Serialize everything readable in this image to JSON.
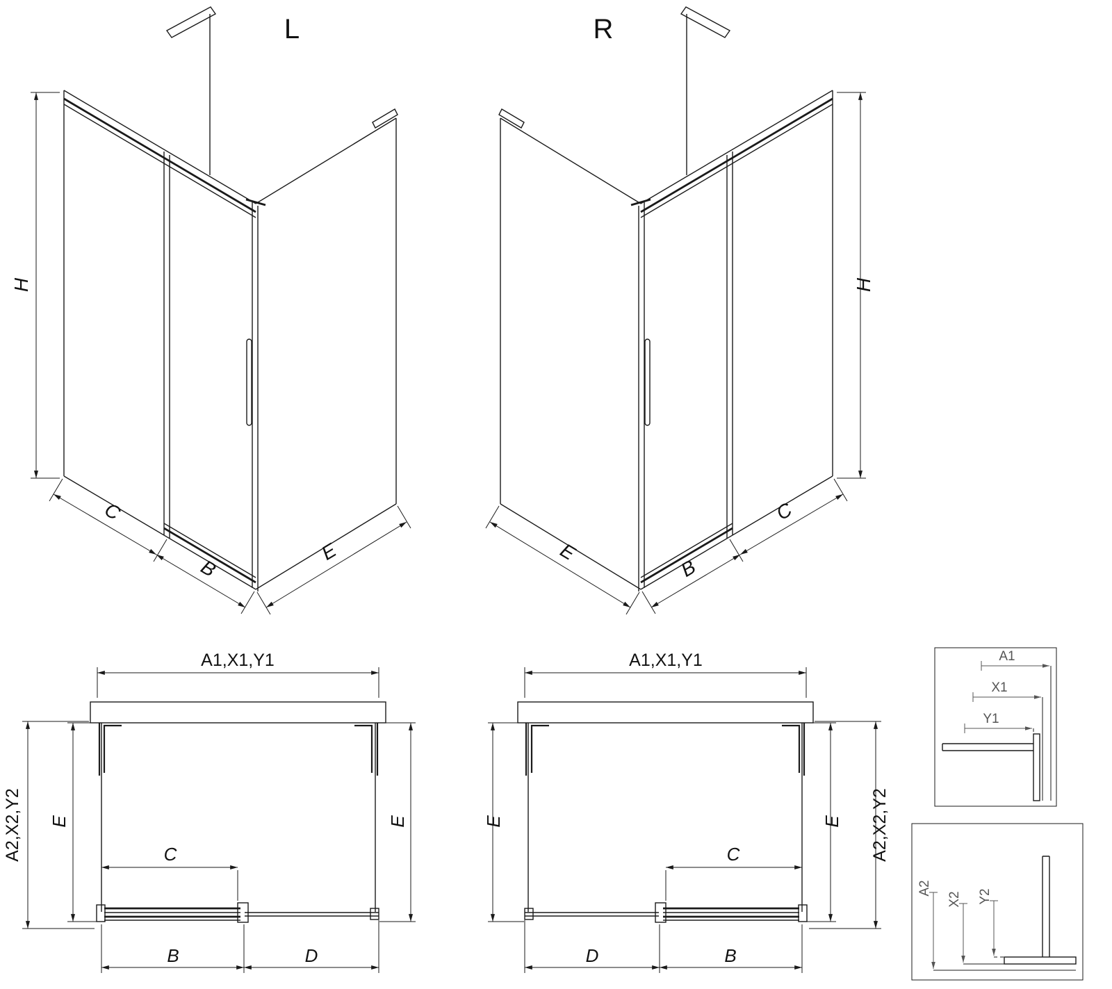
{
  "page": {
    "background": "#ffffff",
    "line_color": "#1a1a1a"
  },
  "iso_left": {
    "title": "L",
    "dim_height": "H",
    "dim_fixed": "C",
    "dim_door": "B",
    "dim_side": "E"
  },
  "iso_right": {
    "title": "R",
    "dim_height": "H",
    "dim_fixed": "C",
    "dim_door": "B",
    "dim_side": "E"
  },
  "plan_left": {
    "dim_width_top": "A1,X1,Y1",
    "dim_depth_outer": "A2,X2,Y2",
    "dim_depth_left": "E",
    "dim_depth_right": "E",
    "dim_opening": "C",
    "dim_door": "B",
    "dim_fixed": "D"
  },
  "plan_right": {
    "dim_width_top": "A1,X1,Y1",
    "dim_depth_outer": "A2,X2,Y2",
    "dim_depth_left": "E",
    "dim_depth_right": "E",
    "dim_opening": "C",
    "dim_door": "B",
    "dim_fixed": "D"
  },
  "detail_width": {
    "dim_a": "A1",
    "dim_x": "X1",
    "dim_y": "Y1"
  },
  "detail_depth": {
    "dim_a": "A2",
    "dim_x": "X2",
    "dim_y": "Y2"
  }
}
